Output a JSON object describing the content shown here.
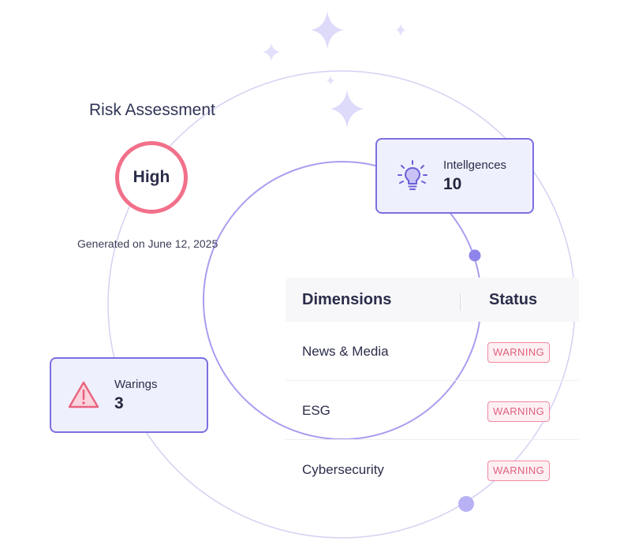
{
  "risk": {
    "title": "Risk Assessment",
    "level": "High",
    "generated": "Generated on June 12, 2025"
  },
  "intelligences": {
    "label": "Intellgences",
    "value": "10",
    "icon": "lightbulb-icon"
  },
  "warnings": {
    "label": "Warings",
    "value": "3",
    "icon": "warning-triangle-icon"
  },
  "table": {
    "headers": {
      "dimensions": "Dimensions",
      "status": "Status"
    },
    "rows": [
      {
        "name": "News & Media",
        "status": "WARNING"
      },
      {
        "name": "ESG",
        "status": "WARNING"
      },
      {
        "name": "Cybersecurity",
        "status": "WARNING"
      }
    ]
  },
  "colors": {
    "accent": "#7b6fe0",
    "ring": "#f2708a",
    "warning": "#e0607e",
    "card_bg": "#eff0fd"
  }
}
